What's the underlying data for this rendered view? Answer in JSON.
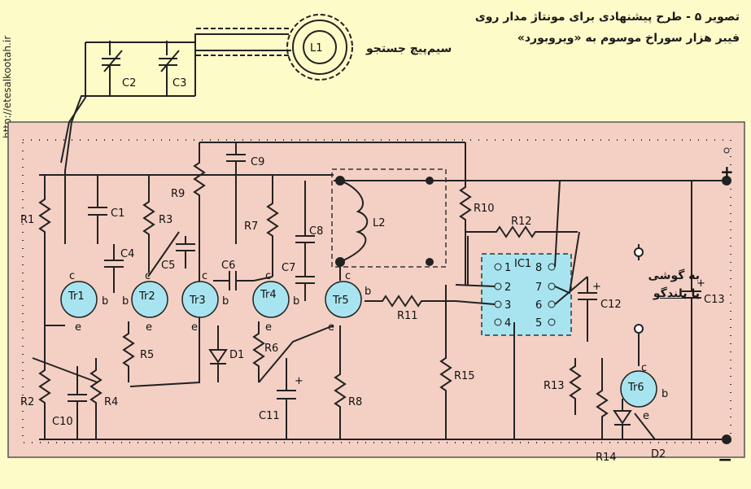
{
  "title": {
    "line1": "تصویر ۵ - طرح پیشنهادی برای مونتاژ مدار روی",
    "line2": "فیبر هزار سوراخ موسوم به «ویروبورد»"
  },
  "side_url": "http://etesalkootah.ir",
  "coil_label": "سیم‌پیچ جستجو",
  "output_label": {
    "line1": "به گوشی",
    "line2": "یا بلندگو"
  },
  "rails": {
    "plus": "+",
    "minus": "−"
  },
  "components": {
    "L1": "L1",
    "L2": "L2",
    "C2": "C2",
    "C3": "C3",
    "R1": "R1",
    "R2": "R2",
    "R3": "R3",
    "R4": "R4",
    "R5": "R5",
    "R6": "R6",
    "R7": "R7",
    "R8": "R8",
    "R9": "R9",
    "R10": "R10",
    "R11": "R11",
    "R12": "R12",
    "R13": "R13",
    "R14": "R14",
    "R15": "R15",
    "C1": "C1",
    "C4": "C4",
    "C5": "C5",
    "C6": "C6",
    "C7": "C7",
    "C8": "C8",
    "C9": "C9",
    "C10": "C10",
    "C11": "C11",
    "C12": "C12",
    "C13": "C13",
    "D1": "D1",
    "D2": "D2",
    "IC1": "IC1"
  },
  "transistors": [
    {
      "id": "tr1",
      "label": "Tr1",
      "c": "c",
      "b": "b",
      "e": "e"
    },
    {
      "id": "tr2",
      "label": "Tr2",
      "c": "c",
      "b": "b",
      "e": "e"
    },
    {
      "id": "tr3",
      "label": "Tr3",
      "c": "c",
      "b": "b",
      "e": "e"
    },
    {
      "id": "tr4",
      "label": "Tr4",
      "c": "c",
      "b": "b",
      "e": "e"
    },
    {
      "id": "tr5",
      "label": "Tr5",
      "c": "c",
      "b": "b",
      "e": "e"
    },
    {
      "id": "tr6",
      "label": "Tr6",
      "c": "c",
      "b": "b",
      "e": "e"
    }
  ],
  "ic_pins": [
    "1",
    "2",
    "3",
    "4",
    "5",
    "6",
    "7",
    "8"
  ],
  "colors": {
    "board": "#f4d0c4",
    "background": "#fdfbc8",
    "component": "#a8e4ef",
    "wire": "#222222"
  }
}
